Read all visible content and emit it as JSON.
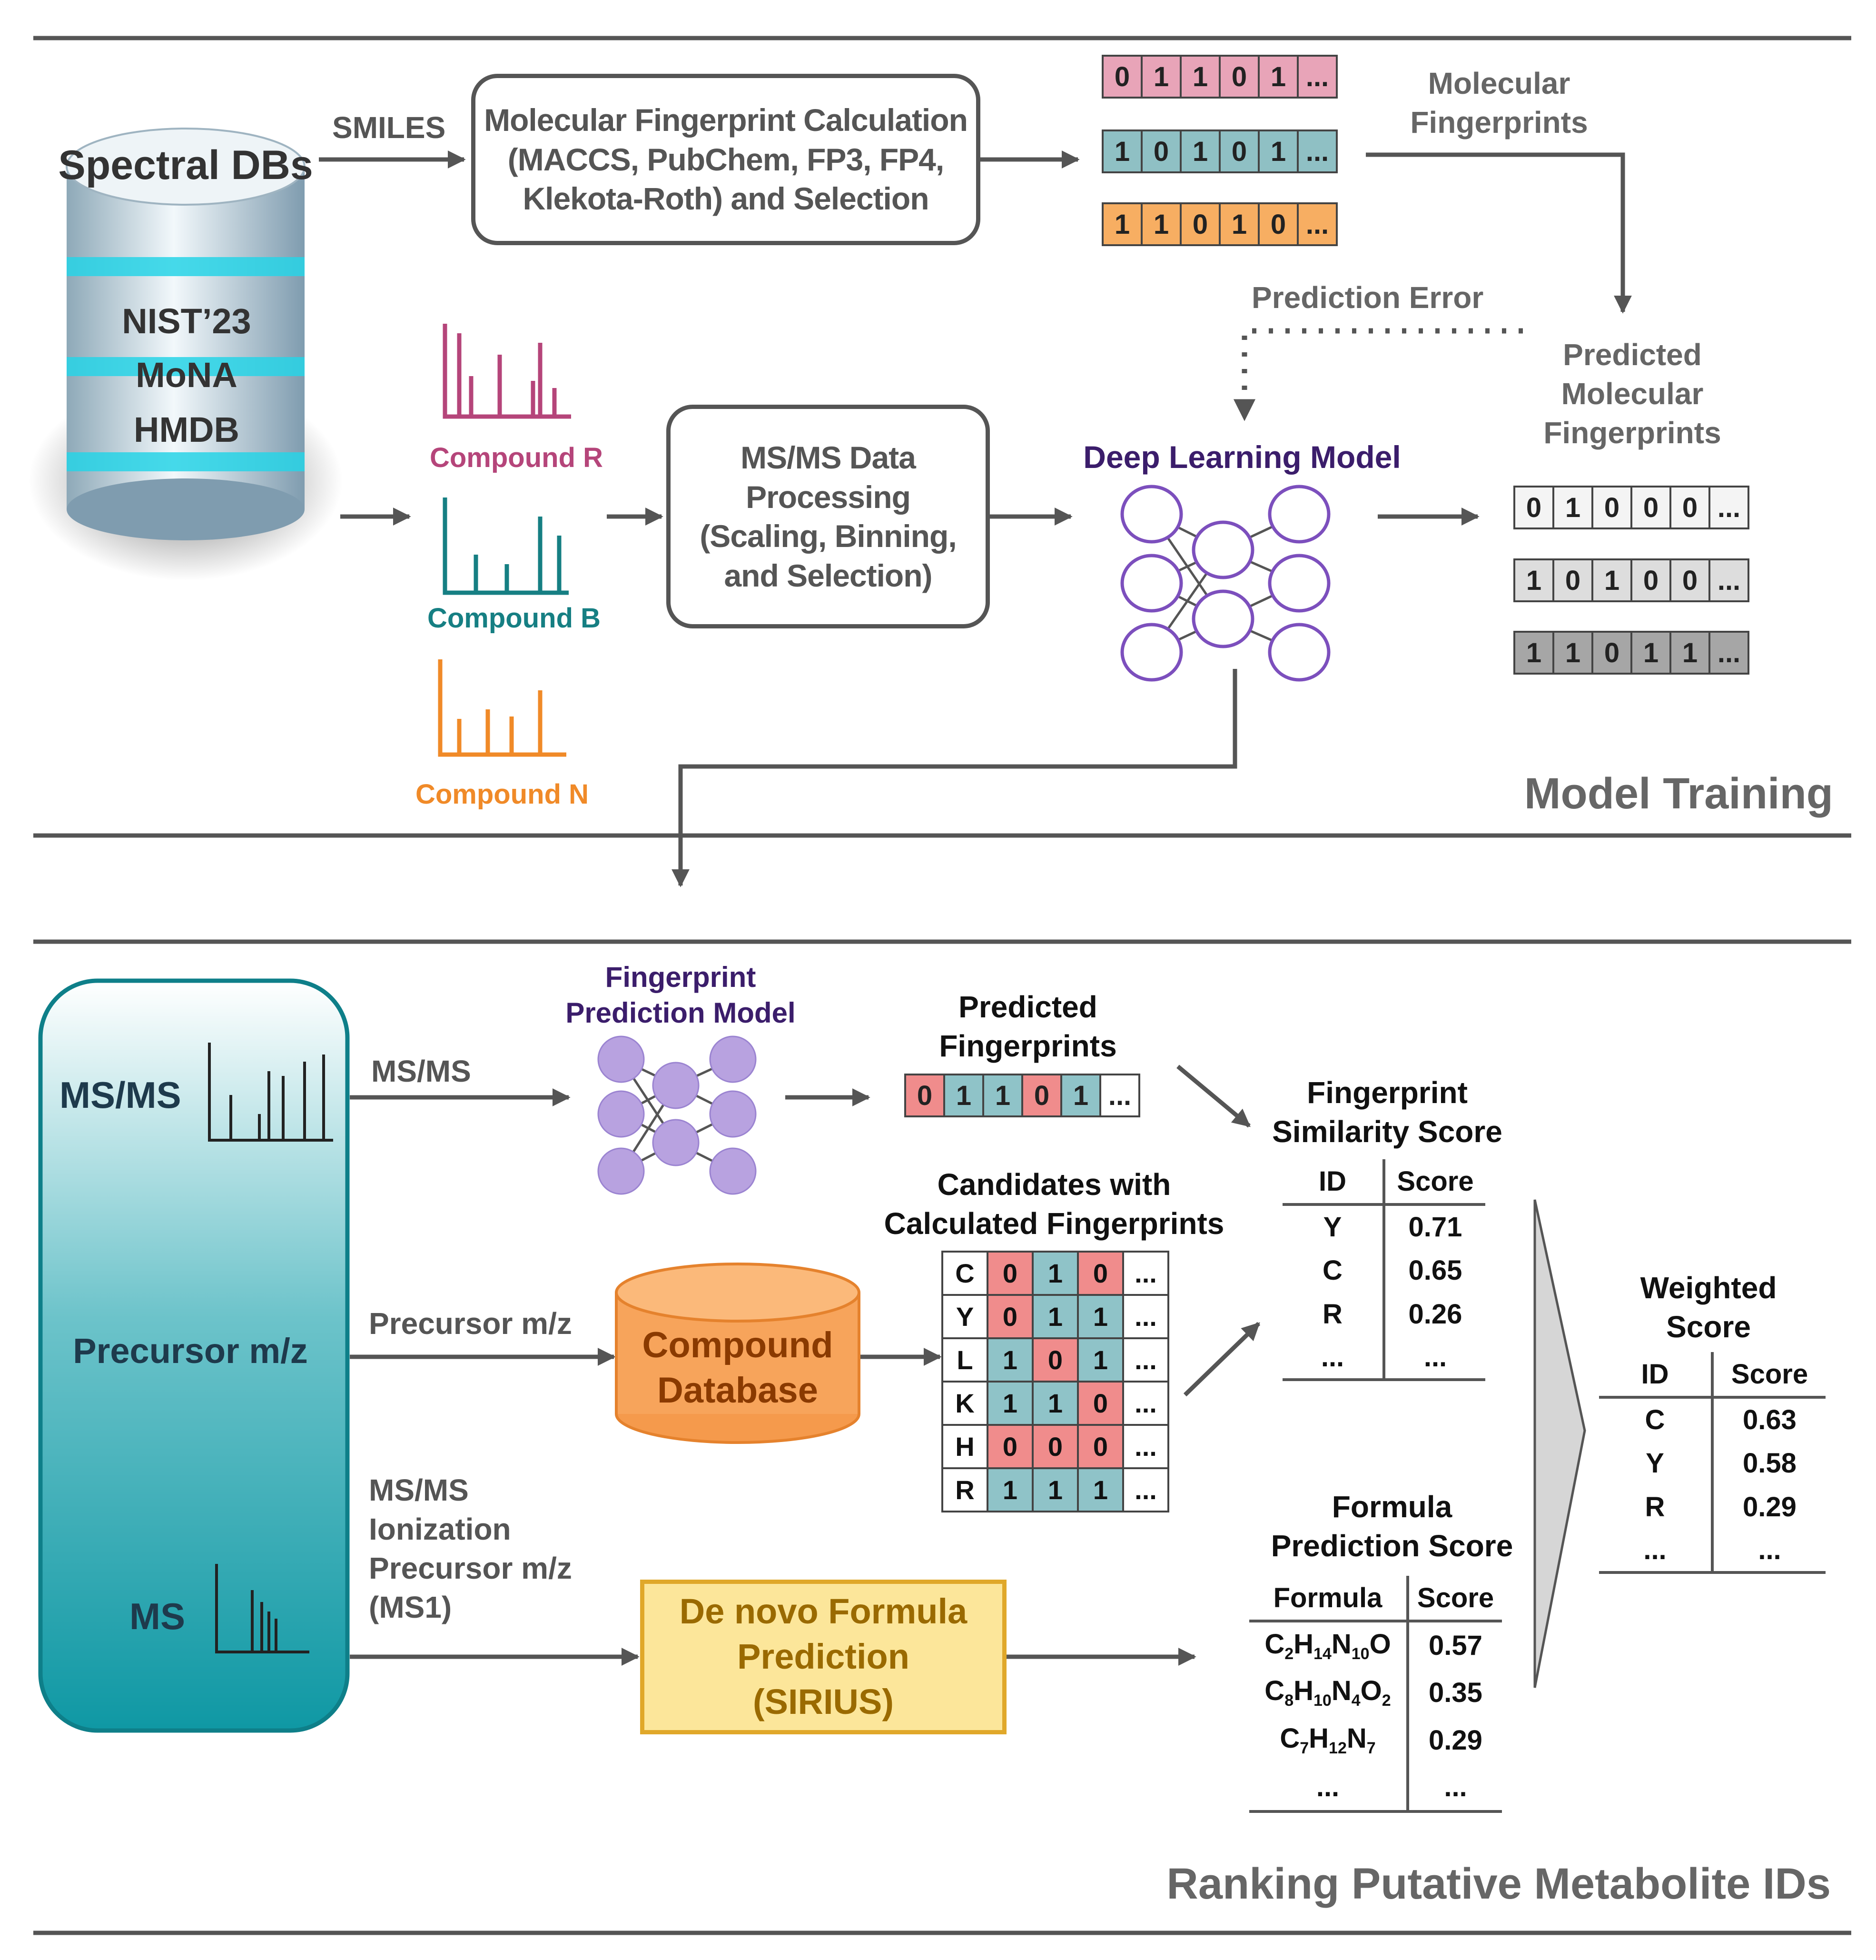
{
  "colors": {
    "line": "#555555",
    "compound_r": "#b5457a",
    "compound_b": "#167f83",
    "compound_n": "#f08a28",
    "fp_pink": "#e8a4b8",
    "fp_teal": "#8fc0c4",
    "fp_orange": "#f7ae62",
    "pred_light": "#eeeeee",
    "pred_mid": "#dddddd",
    "pred_dark": "#a6a6a6",
    "red_cell": "#f08c8c",
    "teal_cell": "#8fc3c8",
    "network": "#7c4fbd",
    "network_fill": "#b8a2e0",
    "compound_db": "#f59a4c",
    "sirius_fill": "#fce69a",
    "sirius_border": "#e0a82a",
    "ms_panel_top": "#ffffff",
    "ms_panel_bottom": "#0f9aa6",
    "title_purple": "#3b1d6b"
  },
  "training": {
    "section_title": "Model Training",
    "db_title": "Spectral DBs",
    "db_items": [
      "NIST’23",
      "MoNA",
      "HMDB"
    ],
    "smiles_label": "SMILES",
    "calc_box": [
      "Molecular Fingerprint Calculation",
      "(MACCS, PubChem, FP3, FP4,",
      "Klekota-Roth) and Selection"
    ],
    "fingerprints": [
      {
        "bits": [
          "0",
          "1",
          "1",
          "0",
          "1"
        ],
        "more": "..."
      },
      {
        "bits": [
          "1",
          "0",
          "1",
          "0",
          "1"
        ],
        "more": "..."
      },
      {
        "bits": [
          "1",
          "1",
          "0",
          "1",
          "0"
        ],
        "more": "..."
      }
    ],
    "mol_fp_label": [
      "Molecular",
      "Fingerprints"
    ],
    "prediction_error": "Prediction Error",
    "predicted_label": [
      "Predicted",
      "Molecular",
      "Fingerprints"
    ],
    "predicted_fps": [
      {
        "bits": [
          "0",
          "1",
          "0",
          "0",
          "0"
        ],
        "more": "..."
      },
      {
        "bits": [
          "1",
          "0",
          "1",
          "0",
          "0"
        ],
        "more": "..."
      },
      {
        "bits": [
          "1",
          "1",
          "0",
          "1",
          "1"
        ],
        "more": "..."
      }
    ],
    "compounds": [
      "Compound R",
      "Compound B",
      "Compound N"
    ],
    "ms_box": [
      "MS/MS Data",
      "Processing",
      "(Scaling, Binning,",
      "and Selection)"
    ],
    "dl_title": "Deep Learning Model"
  },
  "ranking": {
    "section_title": "Ranking Putative Metabolite IDs",
    "panel": {
      "msms": "MS/MS",
      "precursor": "Precursor m/z",
      "ms": "MS"
    },
    "msms_arrow_label": "MS/MS",
    "fp_model_title": [
      "Fingerprint",
      "Prediction Model"
    ],
    "predicted_fp_title": [
      "Predicted",
      "Fingerprints"
    ],
    "predicted_fp": {
      "bits": [
        "0",
        "1",
        "1",
        "0",
        "1"
      ],
      "more": "..."
    },
    "precursor_arrow_label": "Precursor m/z",
    "compound_db": [
      "Compound",
      "Database"
    ],
    "candidates_title": [
      "Candidates with",
      "Calculated Fingerprints"
    ],
    "candidates": [
      {
        "id": "C",
        "bits": [
          "0",
          "1",
          "0"
        ],
        "more": "..."
      },
      {
        "id": "Y",
        "bits": [
          "0",
          "1",
          "1"
        ],
        "more": "..."
      },
      {
        "id": "L",
        "bits": [
          "1",
          "0",
          "1"
        ],
        "more": "..."
      },
      {
        "id": "K",
        "bits": [
          "1",
          "1",
          "0"
        ],
        "more": "..."
      },
      {
        "id": "H",
        "bits": [
          "0",
          "0",
          "0"
        ],
        "more": "..."
      },
      {
        "id": "R",
        "bits": [
          "1",
          "1",
          "1"
        ],
        "more": "..."
      }
    ],
    "third_labels": [
      "MS/MS",
      "Ionization",
      "Precursor m/z",
      "(MS1)"
    ],
    "sirius_box": [
      "De novo Formula",
      "Prediction",
      "(SIRIUS)"
    ],
    "fp_similarity": {
      "title": [
        "Fingerprint",
        "Similarity Score"
      ],
      "headers": [
        "ID",
        "Score"
      ],
      "rows": [
        [
          "Y",
          "0.71"
        ],
        [
          "C",
          "0.65"
        ],
        [
          "R",
          "0.26"
        ],
        [
          "...",
          "..."
        ]
      ]
    },
    "formula_score": {
      "title": [
        "Formula",
        "Prediction Score"
      ],
      "headers": [
        "Formula",
        "Score"
      ],
      "rows": [
        {
          "formula": "C2H14N10O",
          "score": "0.57"
        },
        {
          "formula": "C8H10N4O2",
          "score": "0.35"
        },
        {
          "formula": "C7H12N7",
          "score": "0.29"
        },
        {
          "formula": "...",
          "score": "..."
        }
      ]
    },
    "weighted": {
      "title": [
        "Weighted",
        "Score"
      ],
      "headers": [
        "ID",
        "Score"
      ],
      "rows": [
        [
          "C",
          "0.63"
        ],
        [
          "Y",
          "0.58"
        ],
        [
          "R",
          "0.29"
        ],
        [
          "...",
          "..."
        ]
      ]
    }
  }
}
